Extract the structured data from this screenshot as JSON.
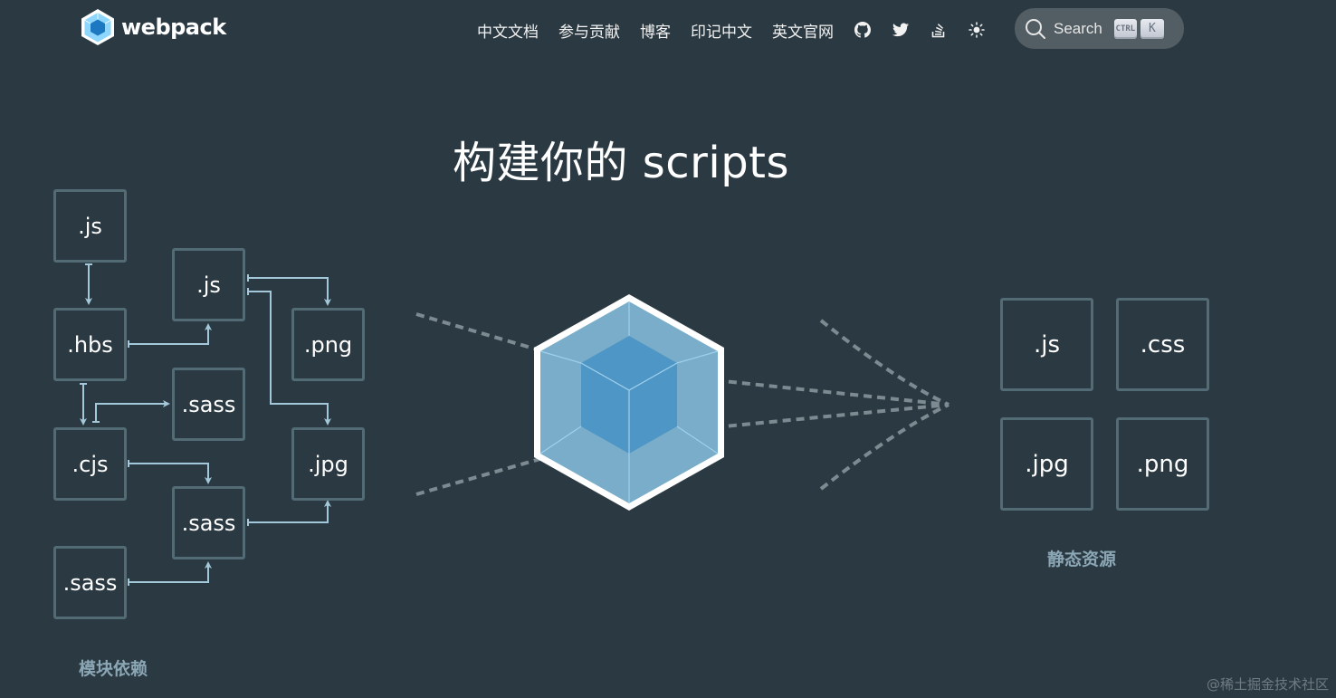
{
  "header": {
    "logo_text": "webpack",
    "nav": [
      {
        "label": "中文文档"
      },
      {
        "label": "参与贡献"
      },
      {
        "label": "博客"
      },
      {
        "label": "印记中文"
      },
      {
        "label": "英文官网"
      }
    ],
    "icons": [
      "github-icon",
      "twitter-icon",
      "stack-overflow-icon",
      "theme-toggle-icon"
    ],
    "search": {
      "label": "Search",
      "shortcut_modifier": "CTRL",
      "shortcut_key": "K"
    }
  },
  "hero": {
    "title": "构建你的 scripts"
  },
  "dependencies": {
    "caption": "模块依赖",
    "tiles": [
      ".js",
      ".hbs",
      ".cjs",
      ".sass",
      ".js",
      ".sass",
      ".sass",
      ".png",
      ".jpg"
    ]
  },
  "assets": {
    "caption": "静态资源",
    "tiles": [
      ".js",
      ".css",
      ".jpg",
      ".png"
    ]
  },
  "watermark": "@稀土掘金技术社区",
  "colors": {
    "background": "#2b3a42",
    "tile_border": "#536b75",
    "arrow": "#a3c8da",
    "cube_outer": "#8ed6fb",
    "cube_inner": "#1c78c0",
    "caption": "#8ba6b5"
  }
}
